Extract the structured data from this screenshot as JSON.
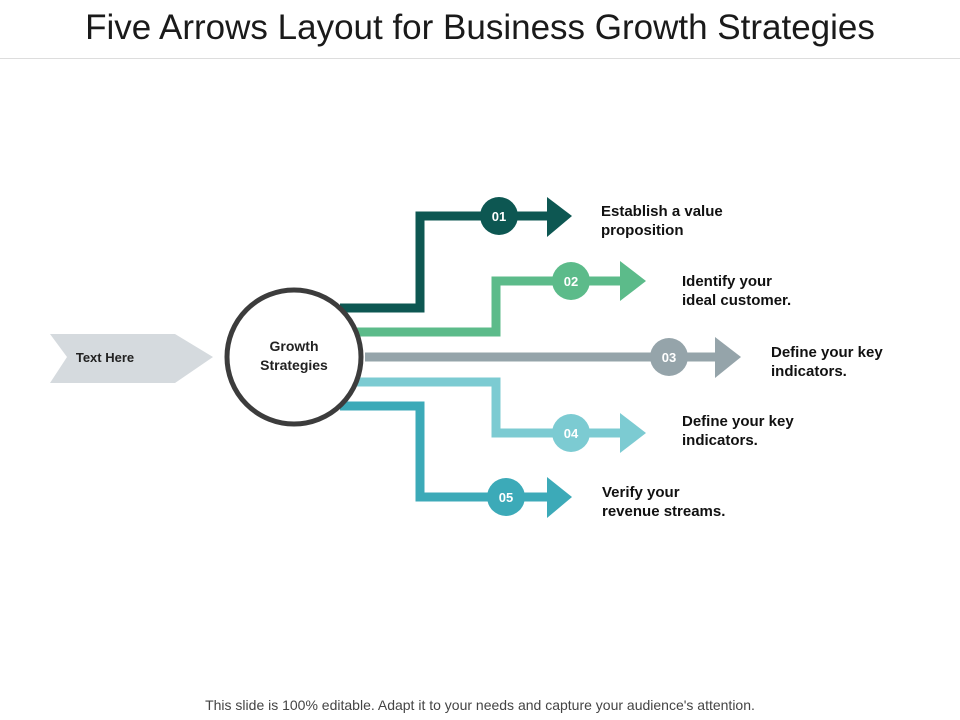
{
  "title": "Five Arrows Layout for Business Growth Strategies",
  "input_label": "Text Here",
  "hub": {
    "line1": "Growth",
    "line2": "Strategies"
  },
  "steps": [
    {
      "number": "01",
      "line1": "Establish a value",
      "line2": "proposition",
      "color": "#0d5752"
    },
    {
      "number": "02",
      "line1": "Identify your",
      "line2": "ideal customer.",
      "color": "#5cbb8a"
    },
    {
      "number": "03",
      "line1": "Define your key",
      "line2": "indicators.",
      "color": "#95a4aa"
    },
    {
      "number": "04",
      "line1": "Define your key",
      "line2": "indicators.",
      "color": "#7ccbd2"
    },
    {
      "number": "05",
      "line1": "Verify your",
      "line2": "revenue streams.",
      "color": "#3caab8"
    }
  ],
  "footer": "This slide is 100% editable. Adapt it to your needs and capture your audience's attention."
}
